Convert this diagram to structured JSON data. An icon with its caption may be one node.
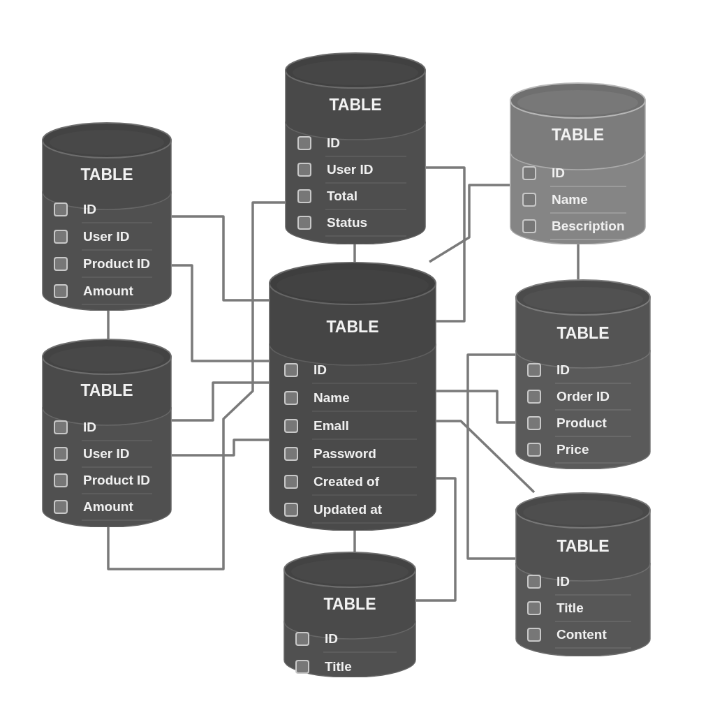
{
  "diagram": {
    "nodes": [
      {
        "text": [
          "TABLE",
          "ID",
          "User ID",
          "Total",
          "Status"
        ]
      },
      {
        "text": [
          "TABLE",
          "ID",
          "Name",
          "Bescription"
        ]
      },
      {
        "text": [
          "TABLE",
          "ID",
          "User ID",
          "Product ID",
          "Amount"
        ]
      },
      {
        "text": [
          "TABLE",
          "ID",
          "Name",
          "Emall",
          "Password",
          "Created of",
          "Updated at"
        ]
      },
      {
        "text": [
          "TABLE",
          "ID",
          "Order ID",
          "Product",
          "Price"
        ]
      },
      {
        "text": [
          "TABLE",
          "ID",
          "User ID",
          "Product ID",
          "Amount"
        ]
      },
      {
        "text": [
          "TABLE",
          "ID",
          "Title",
          "Content"
        ]
      },
      {
        "text": [
          "TABLE",
          "ID",
          "Title"
        ]
      }
    ],
    "edges": [
      {
        "from": 0,
        "to": 3,
        "arrow": "none"
      },
      {
        "from": 2,
        "to": 3,
        "arrow": "none"
      },
      {
        "from": 2,
        "to": 3,
        "arrow": "none"
      },
      {
        "from": 2,
        "to": 5,
        "arrow": "none"
      },
      {
        "from": 5,
        "to": 3,
        "arrow": "none"
      },
      {
        "from": 5,
        "to": 3,
        "arrow": "none"
      },
      {
        "from": 0,
        "to": 5,
        "arrow": "none"
      },
      {
        "from": 0,
        "to": 3,
        "arrow": "none"
      },
      {
        "from": 1,
        "to": 3,
        "arrow": "none"
      },
      {
        "from": 1,
        "to": 4,
        "arrow": "none"
      },
      {
        "from": 4,
        "to": 6,
        "arrow": "none"
      },
      {
        "from": 3,
        "to": 4,
        "arrow": "none"
      },
      {
        "from": 3,
        "to": 6,
        "arrow": "none"
      },
      {
        "from": 3,
        "to": 7,
        "arrow": "none"
      },
      {
        "from": 3,
        "to": 7,
        "arrow": "none"
      }
    ]
  }
}
